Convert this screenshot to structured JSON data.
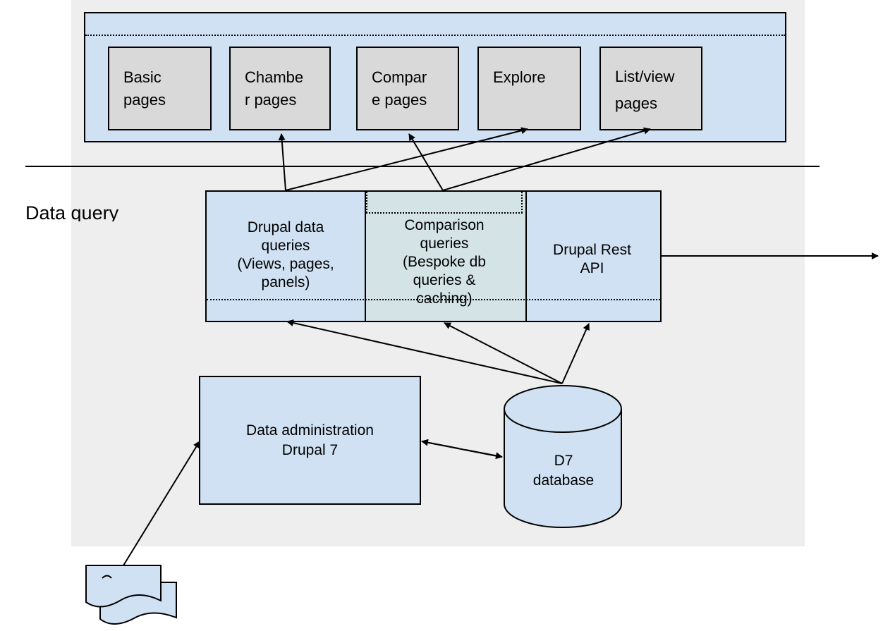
{
  "presentation_layer": {
    "pages": [
      "Basic\npages",
      "Chambe\nr pages",
      "Compar\ne pages",
      "Explore",
      "List/view\npages"
    ]
  },
  "data_query_layer": {
    "label": "Data query",
    "drupal_queries": "Drupal data\nqueries\n(Views, pages,\npanels)",
    "comparison_queries": "Comparison\nqueries\n(Bespoke db\nqueries &\ncaching)",
    "rest_api": "Drupal Rest\nAPI"
  },
  "admin": {
    "label": "Data administration\nDrupal 7"
  },
  "database": {
    "label": "D7\ndatabase"
  },
  "documents_icon": "documents-icon",
  "colors": {
    "layer_fill": "#cfe1f2",
    "page_box_fill": "#d9d9d9",
    "comparison_fill": "#d3e3e6",
    "background_panel": "#eeeeee"
  }
}
